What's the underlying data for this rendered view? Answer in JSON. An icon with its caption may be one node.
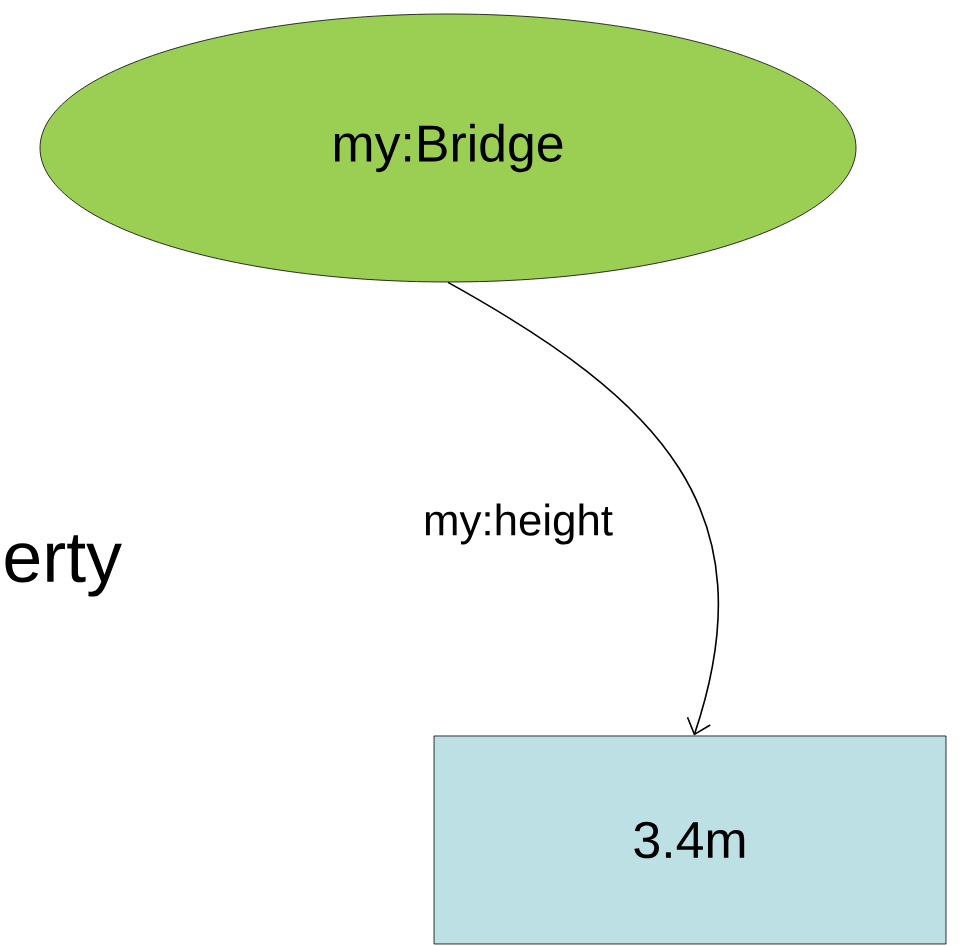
{
  "diagram": {
    "nodes": [
      {
        "text": [
          "my:Bridge"
        ]
      },
      {
        "text": [
          "3.4m"
        ]
      }
    ],
    "edges": [
      {
        "from": 0,
        "to": 1,
        "arrow": "to",
        "label": "my:height"
      }
    ],
    "labels": [
      "erty"
    ]
  }
}
